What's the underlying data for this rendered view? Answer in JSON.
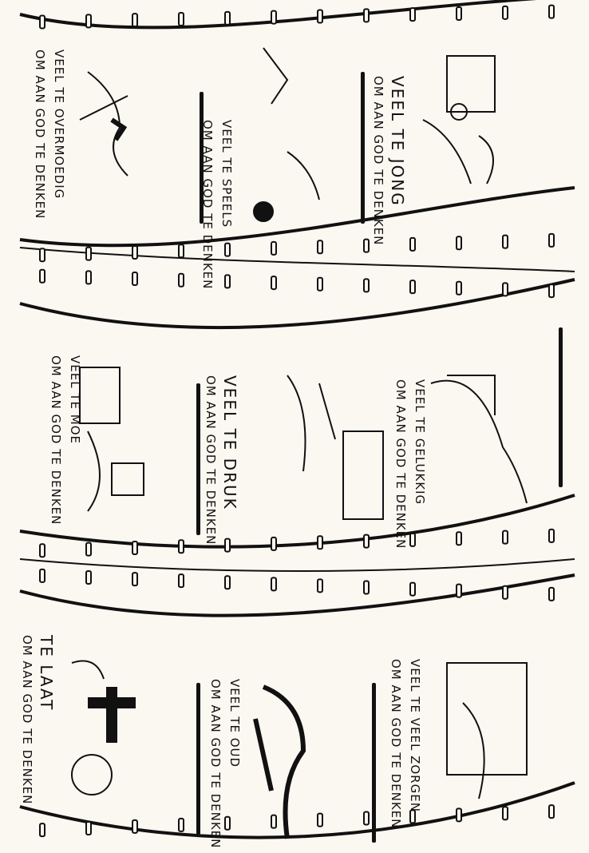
{
  "bands": [
    {
      "frames": [
        {
          "line1": "VEEL TE JONG",
          "line2": "OM AAN GOD TE DENKEN"
        },
        {
          "line1": "VEEL TE SPEELS",
          "line2": "OM AAN GOD TE DENKEN"
        },
        {
          "line1": "VEEL TE OVERMOEDIG",
          "line2": "OM AAN GOD TE DENKEN"
        }
      ]
    },
    {
      "frames": [
        {
          "line1": "VEEL TE GELUKKIG",
          "line2": "OM AAN GOD TE DENKEN"
        },
        {
          "line1": "VEEL TE DRUK",
          "line2": "OM AAN GOD TE DENKEN"
        },
        {
          "line1": "VEEL TE MOE",
          "line2": "OM AAN GOD TE DENKEN"
        }
      ]
    },
    {
      "frames": [
        {
          "line1": "VEEL TE VEEL ZORGEN",
          "line2": "OM AAN GOD TE DENKEN"
        },
        {
          "line1": "VEEL TE OUD",
          "line2": "OM AAN GOD TE DENKEN"
        },
        {
          "line1": "TE LAAT",
          "line2": "OM AAN GOD TE DENKEN"
        }
      ]
    }
  ],
  "colors": {
    "paper": "#fbf7f1",
    "ink": "#111111"
  }
}
